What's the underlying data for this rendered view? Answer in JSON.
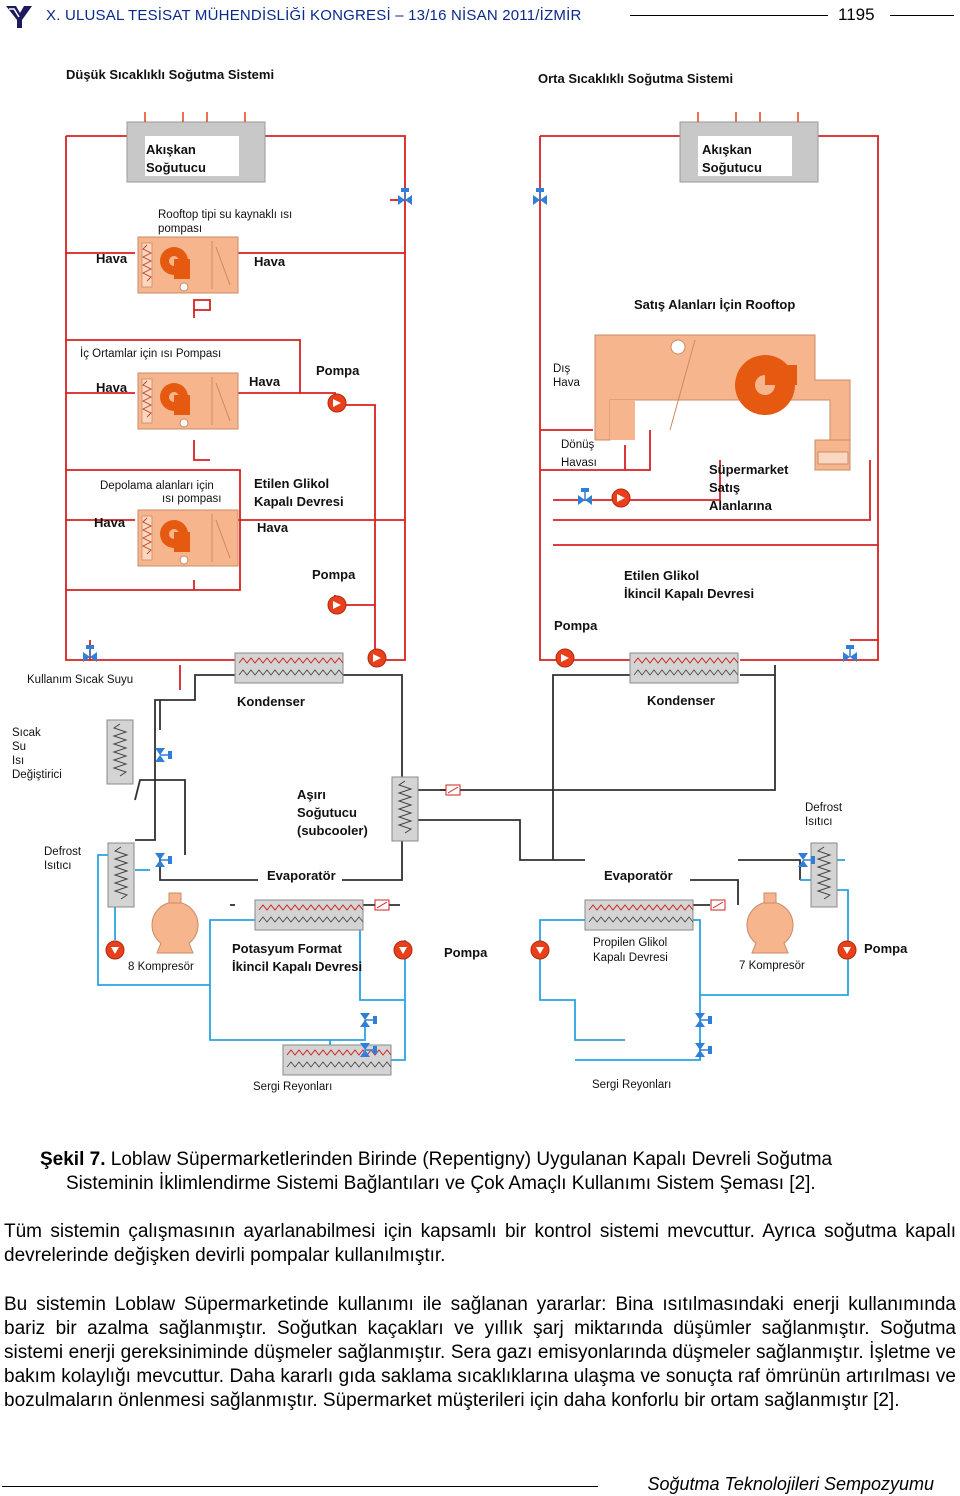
{
  "header": {
    "title": "X. ULUSAL TESİSAT MÜHENDİSLİĞİ KONGRESİ – 13/16 NİSAN 2011/İZMİR",
    "page_number": "1195"
  },
  "diagram": {
    "left_title": "Düşük Sıcaklıklı Soğutma Sistemi",
    "right_title": "Orta Sıcaklıklı Soğutma Sistemi",
    "fluid_cooler_l1": "Akışkan",
    "fluid_cooler_l2": "Soğutucu",
    "rooftop_hp_l1": "Rooftop tipi su kaynaklı ısı",
    "rooftop_hp_l2": "pompası",
    "air": "Hava",
    "interior_hp": "İç Ortamlar için  ısı Pompası",
    "pump": "Pompa",
    "storage_hp_l1": "Depolama alanları için",
    "storage_hp_l2": "ısı pompası",
    "ethylene_closed_l1": "Etilen Glikol",
    "ethylene_closed_l2": "Kapalı Devresi",
    "hot_water_use": "Kullanım Sıcak Suyu",
    "hot_water_hx_l1": "Sıcak",
    "hot_water_hx_l2": "Su",
    "hot_water_hx_l3": "Isı",
    "hot_water_hx_l4": "Değiştirici",
    "condenser": "Kondenser",
    "subcooler_l1": "Aşırı",
    "subcooler_l2": "Soğutucu",
    "subcooler_l3": "(subcooler)",
    "defrost_l1": "Defrost",
    "defrost_l2": "Isıtıcı",
    "evaporator": "Evaporatör",
    "compressor_left": "8 Kompresör",
    "compressor_right": "7 Kompresör",
    "potassium_l1": "Potasyum Format",
    "potassium_l2": "İkincil Kapalı Devresi",
    "propylene_l1": "Propilen Glikol",
    "propylene_l2": "Kapalı Devresi",
    "display_cases": "Sergi Reyonları",
    "sales_rooftop": "Satış Alanları İçin Rooftop",
    "outside_air_l1": "Dış",
    "outside_air_l2": "Hava",
    "return_air_l1": "Dönüş",
    "return_air_l2": "Havası",
    "supermarket_l1": "Süpermarket",
    "supermarket_l2": "Satış",
    "supermarket_l3": "Alanlarına",
    "ethylene_secondary_l1": "Etilen Glikol",
    "ethylene_secondary_l2": "İkincil Kapalı Devresi",
    "colors": {
      "hot": "#d82020",
      "cold": "#2aa3e6",
      "dark": "#303030",
      "unit": "#f7b58e",
      "fan": "#e55a10",
      "pump_red": "#e8401a",
      "valve": "#2f7fd8",
      "box": "#c8c8c8"
    }
  },
  "caption": {
    "label": "Şekil 7.",
    "text_line1": " Loblaw Süpermarketlerinden Birinde (Repentigny) Uygulanan Kapalı Devreli Soğutma",
    "text_line2": "Sisteminin İklimlendirme Sistemi Bağlantıları ve Çok Amaçlı Kullanımı Sistem Şeması [2]."
  },
  "paragraph1": "Tüm sistemin çalışmasının ayarlanabilmesi için kapsamlı bir kontrol sistemi mevcuttur. Ayrıca soğutma kapalı devrelerinde değişken devirli pompalar kullanılmıştır.",
  "paragraph2": "Bu sistemin Loblaw Süpermarketinde kullanımı ile sağlanan yararlar: Bina ısıtılmasındaki enerji kullanımında bariz bir azalma sağlanmıştır. Soğutkan kaçakları ve yıllık şarj miktarında düşümler sağlanmıştır. Soğutma sistemi enerji gereksiniminde düşmeler sağlanmıştır. Sera gazı emisyonlarında düşmeler sağlanmıştır. İşletme ve bakım kolaylığı mevcuttur. Daha kararlı gıda saklama sıcaklıklarına ulaşma ve sonuçta raf ömrünün artırılması ve bozulmaların önlenmesi sağlanmıştır. Süpermarket müşterileri için daha konforlu bir ortam sağlanmıştır [2].",
  "footer": "Soğutma Teknolojileri Sempozyumu"
}
